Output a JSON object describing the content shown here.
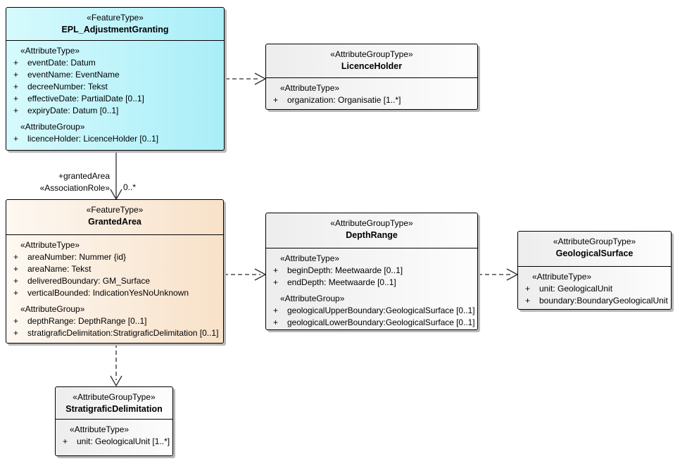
{
  "diagram": {
    "background": "#ffffff",
    "colors": {
      "feature_type_fill": "#a9eef8",
      "granted_area_fill": "#f8e1c8",
      "group_type_fill": "#ededed",
      "border": "#000000",
      "shadow": "#b9b9b9",
      "connector": "#2b2b2b"
    }
  },
  "boxes": [
    {
      "id": "epl-adjustment-granting",
      "stereotype": "«FeatureType»",
      "name": "EPL_AdjustmentGranting",
      "sections": [
        {
          "header": "«AttributeType»",
          "items": [
            {
              "vis": "+",
              "text": "eventDate: Datum"
            },
            {
              "vis": "+",
              "text": "eventName: EventName"
            },
            {
              "vis": "+",
              "text": "decreeNumber: Tekst"
            },
            {
              "vis": "+",
              "text": "effectiveDate: PartialDate [0..1]"
            },
            {
              "vis": "+",
              "text": "expiryDate: Datum [0..1]"
            }
          ]
        },
        {
          "header": "«AttributeGroup»",
          "items": [
            {
              "vis": "+",
              "text": "licenceHolder: LicenceHolder [0..1]"
            }
          ]
        }
      ]
    },
    {
      "id": "licence-holder",
      "stereotype": "«AttributeGroupType»",
      "name": "LicenceHolder",
      "sections": [
        {
          "header": "«AttributeType»",
          "items": [
            {
              "vis": "+",
              "text": "organization: Organisatie [1..*]"
            }
          ]
        }
      ]
    },
    {
      "id": "granted-area",
      "stereotype": "«FeatureType»",
      "name": "GrantedArea",
      "sections": [
        {
          "header": "«AttributeType»",
          "items": [
            {
              "vis": "+",
              "text": "areaNumber: Nummer {id}"
            },
            {
              "vis": "+",
              "text": "areaName: Tekst"
            },
            {
              "vis": "+",
              "text": "deliveredBoundary: GM_Surface"
            },
            {
              "vis": "+",
              "text": "verticalBounded: IndicationYesNoUnknown"
            }
          ]
        },
        {
          "header": "«AttributeGroup»",
          "items": [
            {
              "vis": "+",
              "text": "depthRange: DepthRange [0..1]"
            },
            {
              "vis": "+",
              "text": "stratigraficDelimitation:StratigraficDelimitation [0..1]"
            }
          ]
        }
      ]
    },
    {
      "id": "depth-range",
      "stereotype": "«AttributeGroupType»",
      "name": "DepthRange",
      "sections": [
        {
          "header": "«AttributeType»",
          "items": [
            {
              "vis": "+",
              "text": "beginDepth: Meetwaarde [0..1]"
            },
            {
              "vis": "+",
              "text": "endDepth: Meetwaarde [0..1]"
            }
          ]
        },
        {
          "header": "«AttributeGroup»",
          "items": [
            {
              "vis": "+",
              "text": "geologicalUpperBoundary:GeologicalSurface [0..1]"
            },
            {
              "vis": "+",
              "text": "geologicalLowerBoundary:GeologicalSurface [0..1]"
            }
          ]
        }
      ]
    },
    {
      "id": "geological-surface",
      "stereotype": "«AttributeGroupType»",
      "name": "GeologicalSurface",
      "sections": [
        {
          "header": "«AttributeType»",
          "items": [
            {
              "vis": "+",
              "text": "unit: GeologicalUnit"
            },
            {
              "vis": "+",
              "text": "boundary:BoundaryGeologicalUnit"
            }
          ]
        }
      ]
    },
    {
      "id": "stratigrafic-delimitation",
      "stereotype": "«AttributeGroupType»",
      "name": "StratigraficDelimitation",
      "sections": [
        {
          "header": "«AttributeType»",
          "items": [
            {
              "vis": "+",
              "text": "unit: GeologicalUnit [1..*]"
            }
          ]
        }
      ]
    }
  ],
  "connectors": {
    "granted_area_role": "+grantedArea",
    "granted_area_stereotype": "«AssociationRole»",
    "granted_area_multiplicity": "0..*"
  }
}
